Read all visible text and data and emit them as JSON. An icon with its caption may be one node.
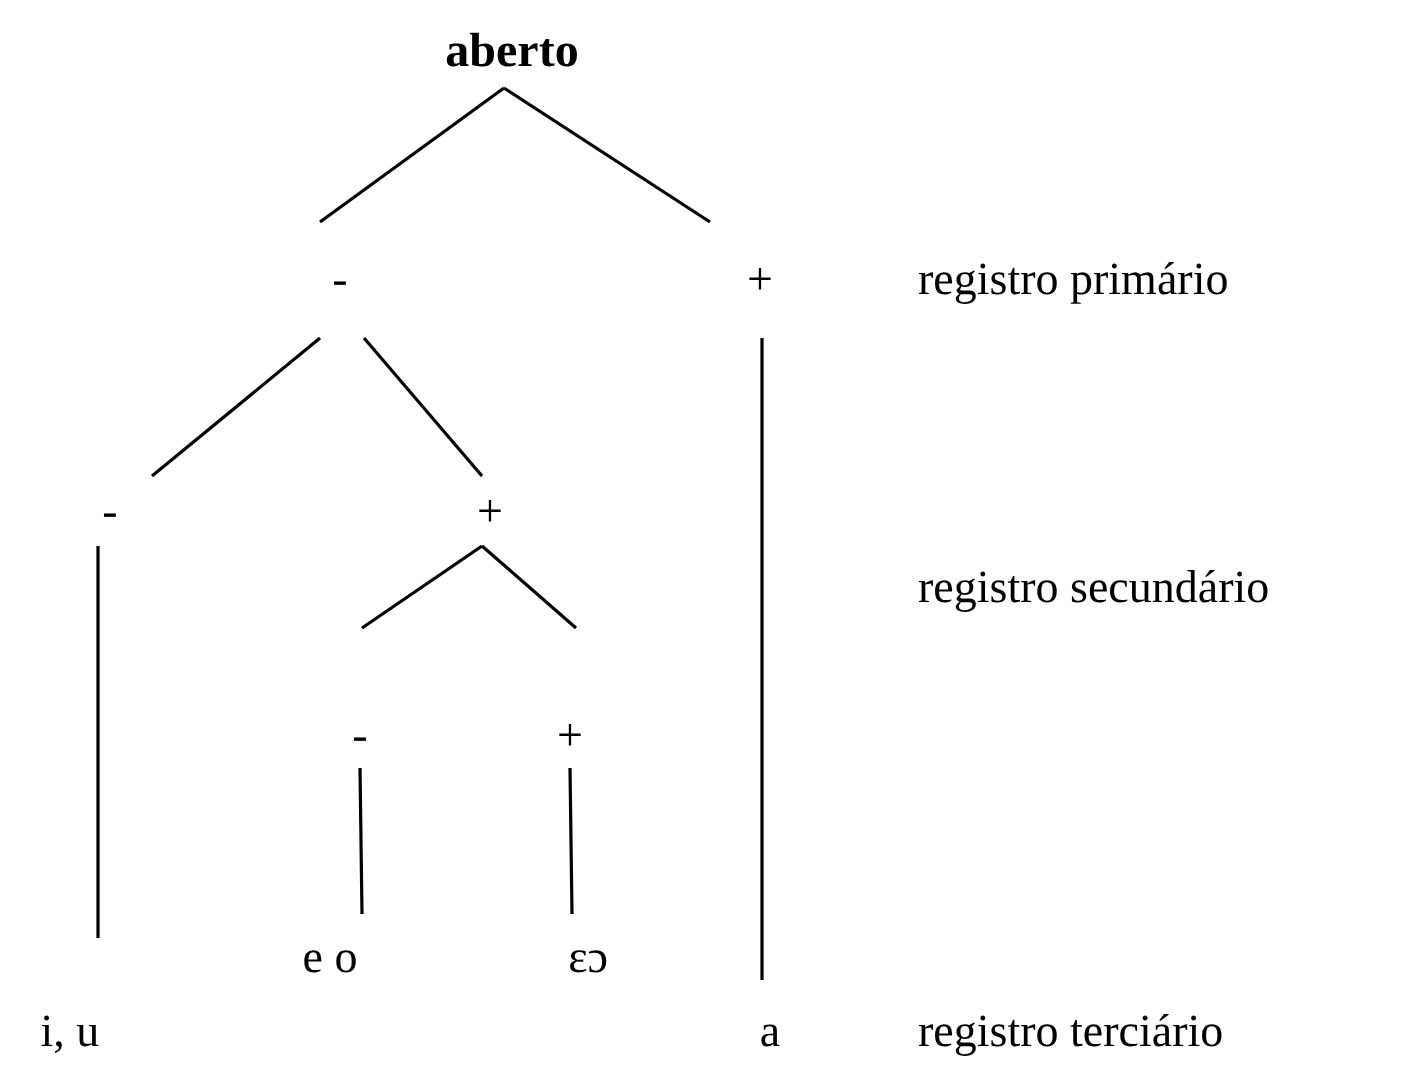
{
  "diagram": {
    "nodes": [
      {
        "text": [
          "aberto"
        ]
      },
      {
        "text": [
          "-"
        ]
      },
      {
        "text": [
          "+"
        ]
      },
      {
        "text": [
          "-"
        ]
      },
      {
        "text": [
          "+"
        ]
      },
      {
        "text": [
          "-"
        ]
      },
      {
        "text": [
          "+"
        ]
      },
      {
        "text": [
          "e o"
        ]
      },
      {
        "text": [
          "ɛɔ"
        ]
      },
      {
        "text": [
          "i, u"
        ]
      },
      {
        "text": [
          "a"
        ]
      }
    ],
    "edges": [
      {
        "from": 0,
        "to": 1,
        "arrow": "none"
      },
      {
        "from": 0,
        "to": 2,
        "arrow": "none"
      },
      {
        "from": 1,
        "to": 3,
        "arrow": "none"
      },
      {
        "from": 1,
        "to": 4,
        "arrow": "none"
      },
      {
        "from": 2,
        "to": 10,
        "arrow": "none"
      },
      {
        "from": 3,
        "to": 9,
        "arrow": "none"
      },
      {
        "from": 4,
        "to": 5,
        "arrow": "none"
      },
      {
        "from": 4,
        "to": 6,
        "arrow": "none"
      },
      {
        "from": 5,
        "to": 7,
        "arrow": "none"
      },
      {
        "from": 6,
        "to": 8,
        "arrow": "none"
      }
    ],
    "labels": [
      "registro primário",
      "registro secundário",
      "registro terciário"
    ]
  }
}
